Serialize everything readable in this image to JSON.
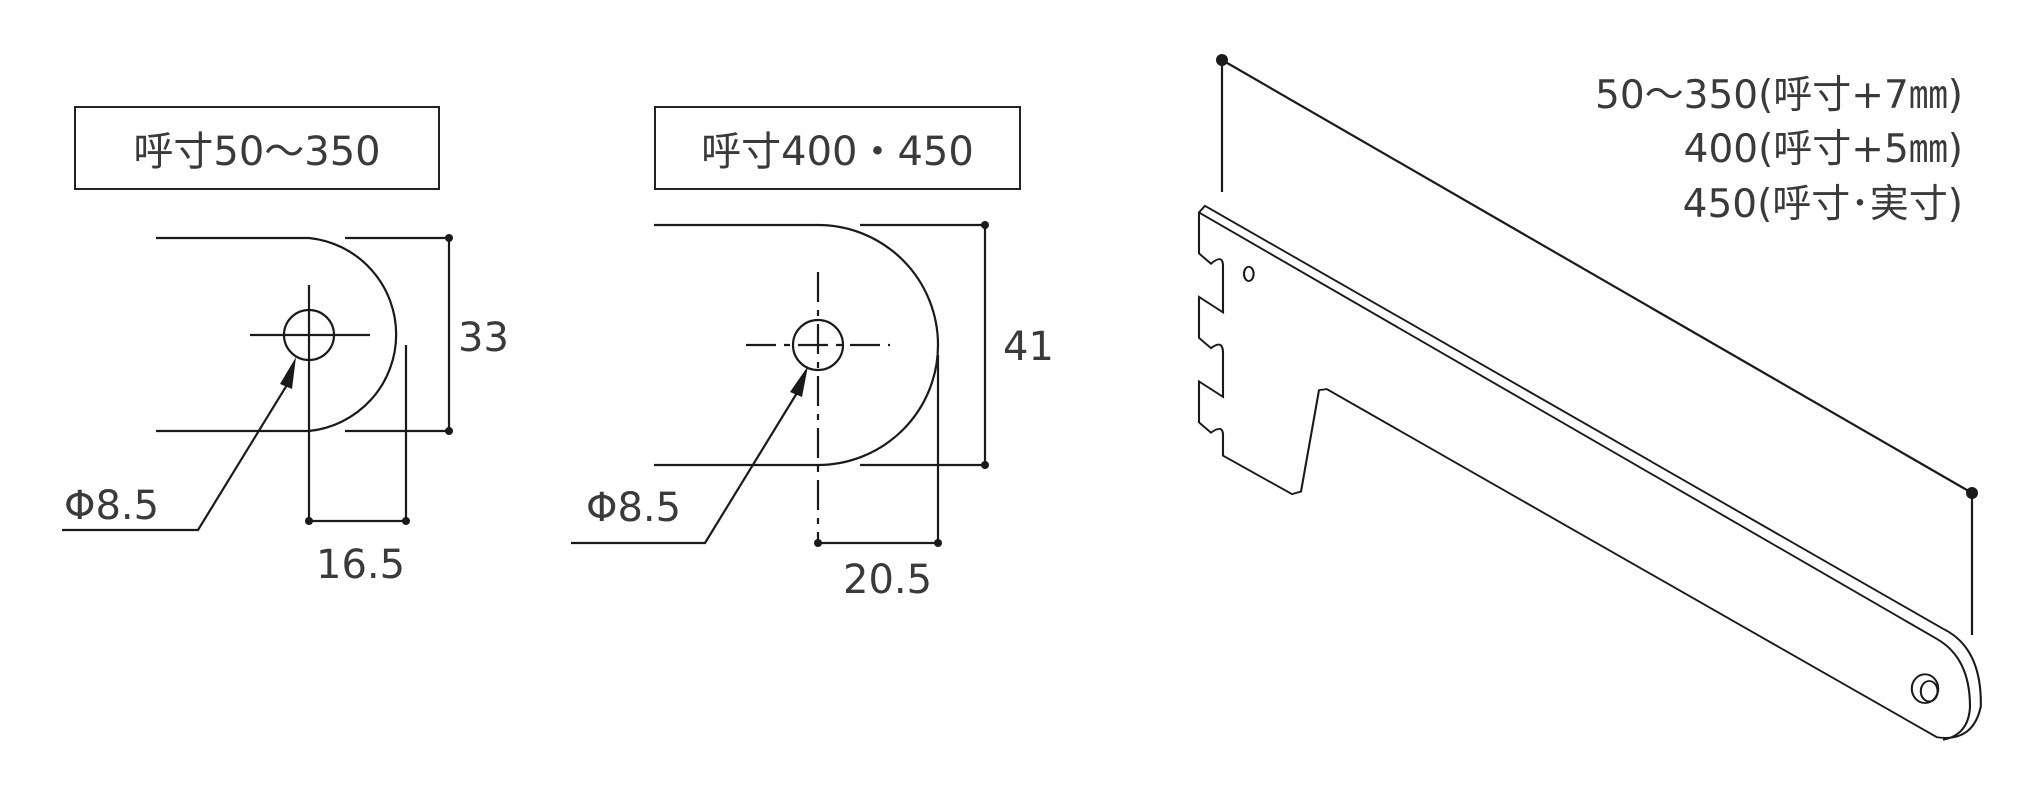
{
  "detail_small": {
    "title": "呼寸50〜350",
    "height_dim": "33",
    "width_dim": "16.5",
    "hole_dim": "Φ8.5"
  },
  "detail_large": {
    "title": "呼寸400・450",
    "height_dim": "41",
    "width_dim": "20.5",
    "hole_dim": "Φ8.5"
  },
  "bracket": {
    "length_notes": [
      "50〜350(呼寸+7㎜)",
      "400(呼寸+5㎜)",
      "450(呼寸･実寸)"
    ]
  }
}
